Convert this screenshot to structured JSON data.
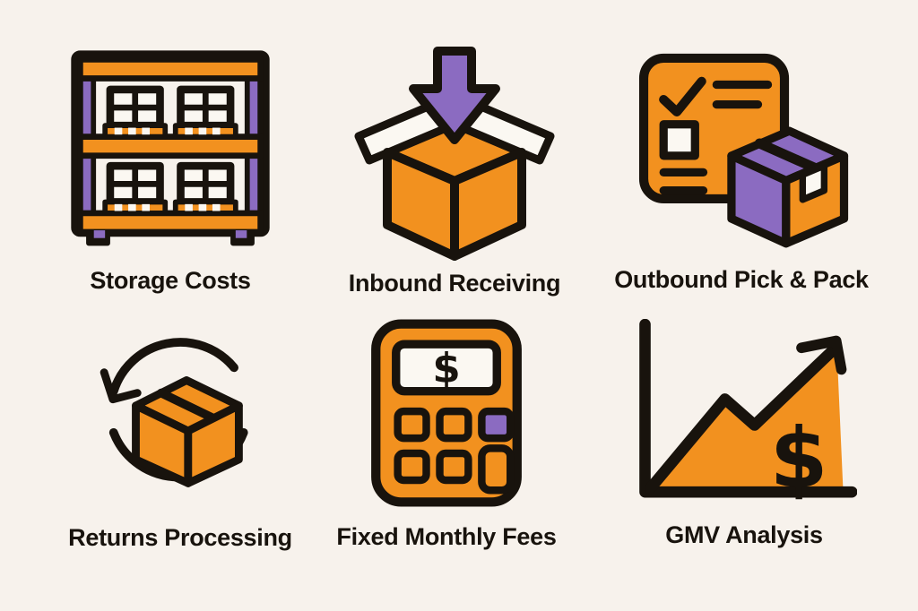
{
  "theme": {
    "orange": "#F2911F",
    "purple": "#8B6BC1",
    "ink": "#18130D",
    "paper": "#FBF8F2",
    "background": "#F7F2EC"
  },
  "items": [
    {
      "name": "storage-costs",
      "icon": "storage-rack-icon",
      "label": "Storage Costs"
    },
    {
      "name": "inbound-receiving",
      "icon": "inbound-box-arrow-icon",
      "label": "Inbound Receiving"
    },
    {
      "name": "outbound-pick-pack",
      "icon": "checklist-package-icon",
      "label": "Outbound Pick & Pack"
    },
    {
      "name": "returns-processing",
      "icon": "returns-box-cycle-icon",
      "label": "Returns Processing"
    },
    {
      "name": "fixed-monthly-fees",
      "icon": "calculator-icon",
      "label": "Fixed Monthly Fees",
      "display_symbol": "$"
    },
    {
      "name": "gmv-analysis",
      "icon": "growth-chart-icon",
      "label": "GMV Analysis",
      "chart_symbol": "$"
    }
  ]
}
